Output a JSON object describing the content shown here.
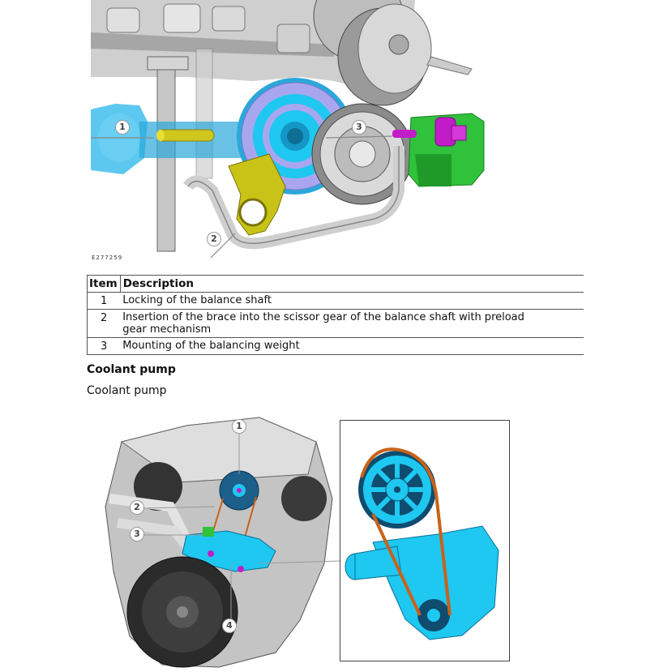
{
  "top_figure": {
    "code": "E277259",
    "callouts": [
      "1",
      "2",
      "3"
    ]
  },
  "table": {
    "headers": {
      "item": "Item",
      "description": "Description"
    },
    "rows": [
      {
        "item": "1",
        "description": "Locking of the balance shaft"
      },
      {
        "item": "2",
        "description": "Insertion of the brace into the scissor gear of the balance shaft with preload gear mechanism"
      },
      {
        "item": "3",
        "description": "Mounting of the balancing weight"
      }
    ]
  },
  "section": {
    "title": "Coolant pump",
    "subtitle": "Coolant pump"
  },
  "bottom_figure": {
    "callouts": [
      "1",
      "2",
      "3",
      "4"
    ]
  },
  "colors": {
    "highlight_blue": "#1ec8f0",
    "gear_lavender": "#a9a6f0",
    "brace_yellow": "#c9c318",
    "weight_green": "#2fc23a",
    "bolt_magenta": "#c21cc8",
    "belt_orange": "#c8621a",
    "engine_gray": "#b9b9b9"
  }
}
